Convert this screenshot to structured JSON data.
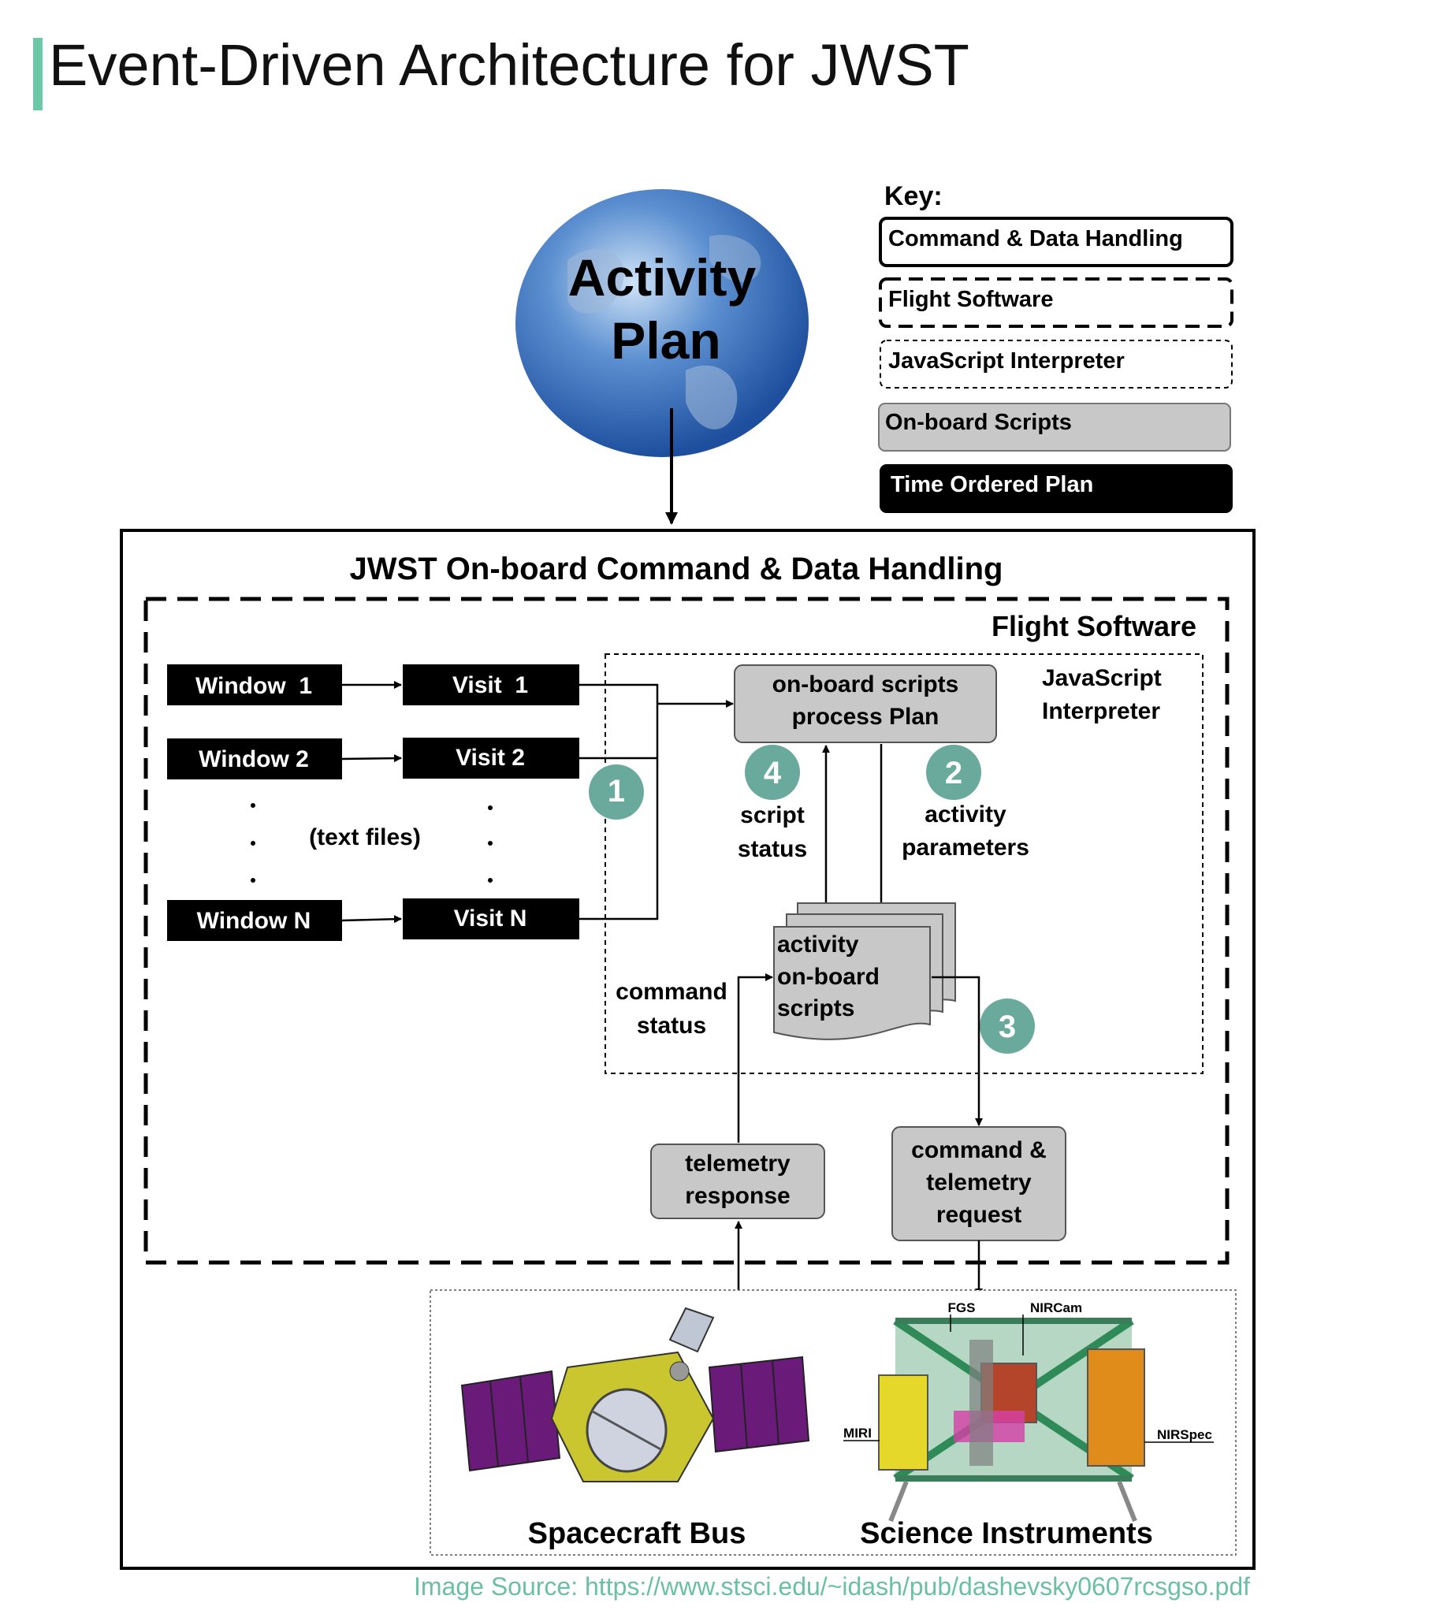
{
  "title": "Event-Driven Architecture for JWST",
  "source_text": "Image Source: https://www.stsci.edu/~idash/pub/dashevsky0607rcsgso.pdf",
  "globe": {
    "line1": "Activity",
    "line2": "Plan"
  },
  "key": {
    "heading": "Key:",
    "items": [
      "Command & Data Handling",
      "Flight Software",
      "JavaScript Interpreter",
      "On-board Scripts",
      "Time Ordered Plan"
    ]
  },
  "outer": {
    "title": "JWST On-board Command & Data Handling"
  },
  "flight_software": {
    "label": "Flight Software"
  },
  "interpreter": {
    "line1": "JavaScript",
    "line2": "Interpreter"
  },
  "windows": [
    "Window  1",
    "Window 2",
    "Window N"
  ],
  "visits": [
    "Visit  1",
    "Visit 2",
    "Visit N"
  ],
  "text_files": "(text files)",
  "process": {
    "line1": "on-board scripts",
    "line2": "process Plan"
  },
  "script_status": {
    "line1": "script",
    "line2": "status"
  },
  "activity_parameters": {
    "line1": "activity",
    "line2": "parameters"
  },
  "scripts_doc": {
    "line1": "activity",
    "line2": "on-board",
    "line3": "scripts"
  },
  "command_status": {
    "line1": "command",
    "line2": "status"
  },
  "telemetry_response": {
    "line1": "telemetry",
    "line2": "response"
  },
  "cmd_request": {
    "line1": "command &",
    "line2": "telemetry",
    "line3": "request"
  },
  "markers": [
    "1",
    "2",
    "3",
    "4"
  ],
  "hardware": {
    "bus_label": "Spacecraft Bus",
    "instruments_label": "Science Instruments",
    "instrument_tags": [
      "FGS",
      "NIRCam",
      "MIRI",
      "NIRSpec"
    ]
  },
  "colors": {
    "accent": "#6cc9a8",
    "marker": "#6aaa9c",
    "box_gray": "#c8c8c8",
    "plan_black": "#000000",
    "source_text": "#6bbfa5"
  }
}
